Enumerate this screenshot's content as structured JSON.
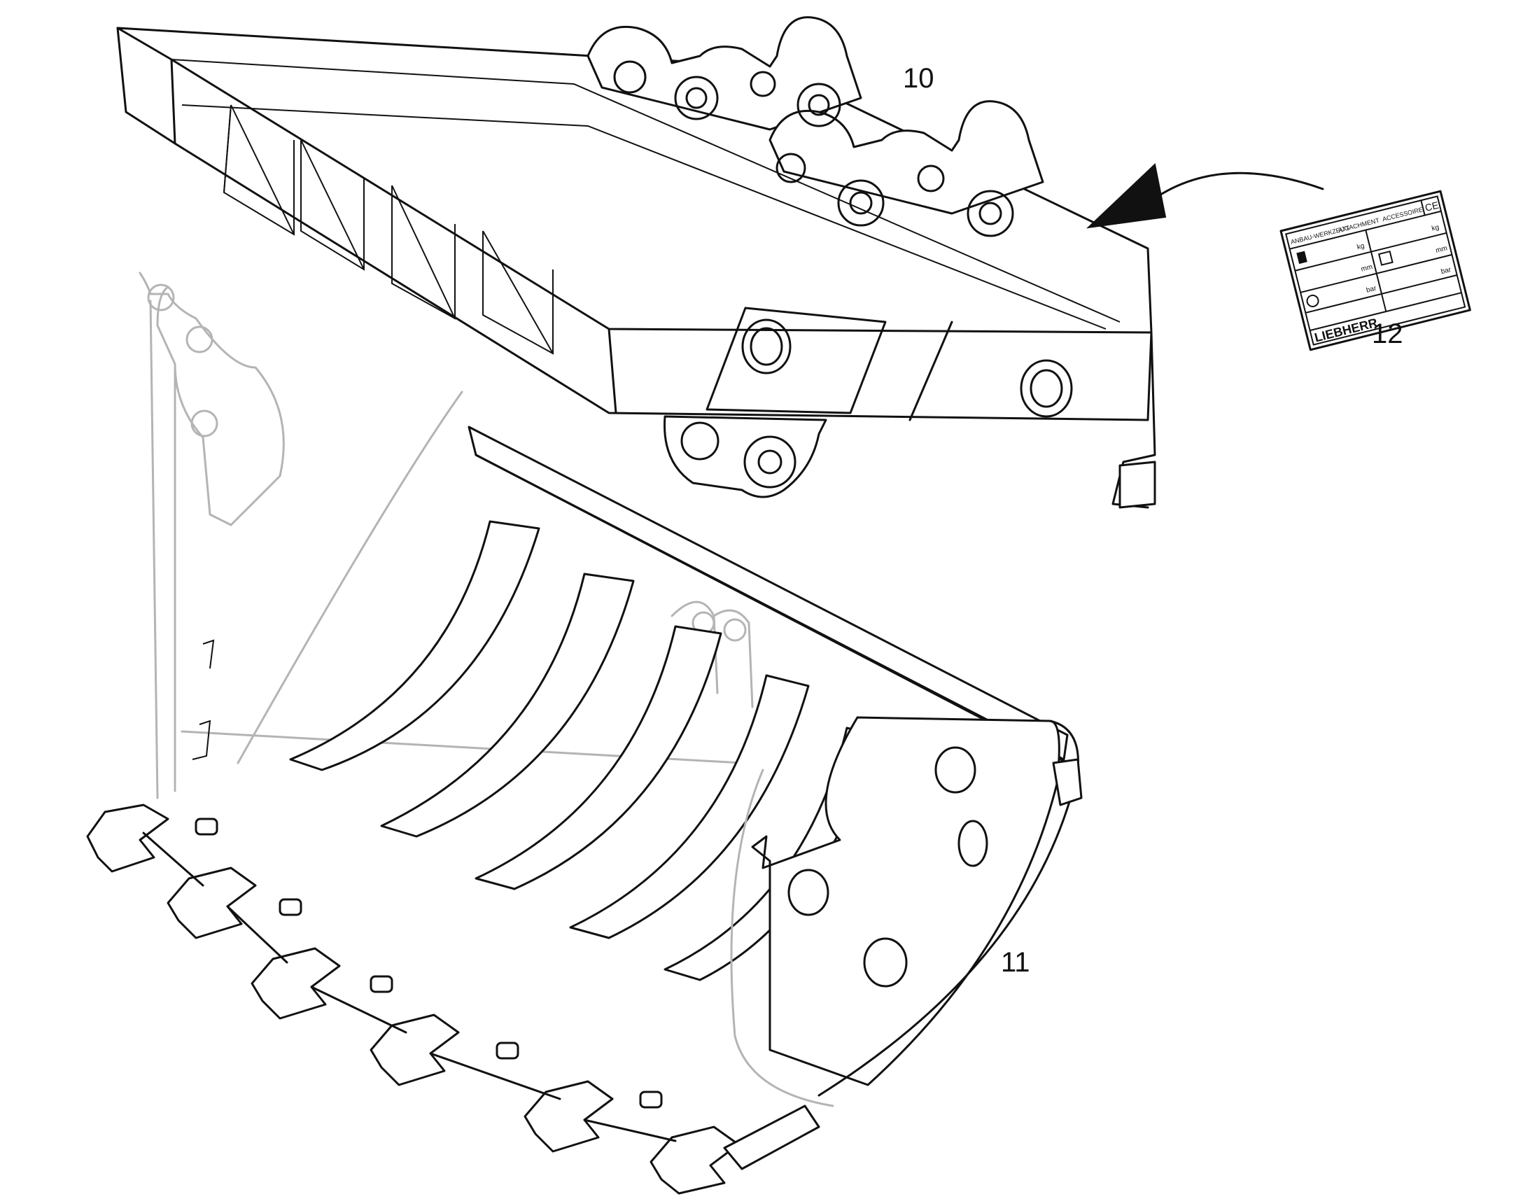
{
  "callouts": {
    "part_10": "10",
    "part_11": "11",
    "part_12": "12"
  },
  "plate": {
    "brand": "LIEBHERR",
    "header_1": "ANBAU-WERKZEUG",
    "header_2": "ATTACHMENT",
    "header_3": "ACCESSOIRE",
    "ce_mark": "CE",
    "unit_kg_1": "kg",
    "unit_kg_2": "kg",
    "unit_mm_1": "mm",
    "unit_mm_2": "mm",
    "unit_bar_1": "bar",
    "unit_bar_2": "bar"
  },
  "icons": [
    "arrow-pointer-icon",
    "ce-mark-icon",
    "weight-icon",
    "pressure-icon",
    "info-icon"
  ]
}
